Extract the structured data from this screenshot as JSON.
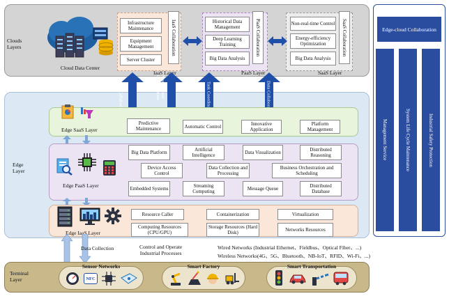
{
  "cloud": {
    "layer_label": "Clouds\nLayers",
    "data_center_label": "Cloud Data Center",
    "iaas": {
      "items": [
        "Infrastructure Maintenance",
        "Equipment Management",
        "Server Cluster"
      ],
      "collab": "IaaS Collaboration",
      "layer": "IaaS Layer"
    },
    "paas": {
      "items": [
        "Historical Data Management",
        "Deep Learning Training",
        "Big Data Analysis"
      ],
      "collab": "PaaS Collaboration",
      "layer": "PaaS Layer"
    },
    "saas": {
      "items": [
        "Non-real-time Control",
        "Energy-efficiency Optimization",
        "Big Data Analysis"
      ],
      "collab": "SaaS Collaboration",
      "layer": "SaaS Layer"
    }
  },
  "collaboration_arrows": [
    "Safe Collaboration",
    "Management Collaboration",
    "Task Coordination",
    "Data Collaboration"
  ],
  "edge": {
    "layer_label": "Edge\nLayer",
    "saas": {
      "title": "Edge SaaS Layer",
      "items": [
        "Predictive Maintenance",
        "Automatic Control",
        "Innovative Application",
        "Platform Management"
      ]
    },
    "paas": {
      "title": "Edge PaaS Layer",
      "items": [
        "Big Data Platform",
        "Artificial Intelligence",
        "Data Visualization",
        "Distributed Reasoning",
        "Device Access Control",
        "Data Collection and Processing",
        "Business Orchestration and Scheduling",
        "Embedded Systems",
        "Streaming Computing",
        "Message Queue",
        "Distributed Database"
      ]
    },
    "iaas": {
      "title": "Edge IaaS Layer",
      "items": [
        "Resource Caller",
        "Containerization",
        "Virtualization",
        "Computing Resources (CPU/GPU)",
        "Storage Resources (Hard Disk)",
        "Networks Resources"
      ]
    }
  },
  "right_panel": {
    "title": "Edge-cloud Collaboration",
    "columns": [
      "Management Service",
      "System Life Cycle Maintenance",
      "Industrial Safety Protection"
    ]
  },
  "middle": {
    "data_collection": "Data Collection",
    "control": "Control and Operate\nIndustrial Processes",
    "wired": "Wired Networks (Industrial Ethernet、Fieldbus、Optical Fiber、...)",
    "wireless": "Wireless Networks(4G、5G、Bluetooth、NB-IoT、RFID、Wi-Fi、...)"
  },
  "terminal": {
    "layer_label": "Terminal\nLayer",
    "groups": [
      "Sensor Networks",
      "Smart Factory",
      "Smart Transportation"
    ],
    "nfc_text": "NFC"
  },
  "colors": {
    "cloud_bg": "#d4d4d4",
    "edge_bg": "#dce9f5",
    "saas_bg": "#e9f4dc",
    "paas_bg": "#ede4f3",
    "iaas_bg": "#fbe7d9",
    "terminal_bg": "#c8b88a",
    "blue": "#1f4fa8",
    "right_panel": "#2b4da0"
  }
}
